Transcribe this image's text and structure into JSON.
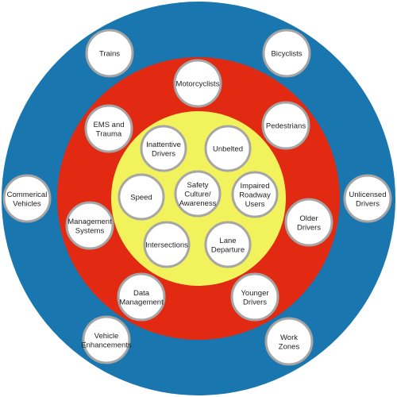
{
  "colors": {
    "outer_ring": "#1a76ae",
    "middle_ring": "#e12a11",
    "inner_core": "#f2f25c",
    "bubble_fill": "#ffffff",
    "bubble_stroke": "#a6a6a6"
  },
  "outer_ring": {
    "items": [
      {
        "id": "trains",
        "lines": [
          "Trains"
        ]
      },
      {
        "id": "bicyclists",
        "lines": [
          "Bicyclists"
        ]
      },
      {
        "id": "commercial-vehicles",
        "lines": [
          "Commerical",
          "Vehicles"
        ]
      },
      {
        "id": "unlicensed-drivers",
        "lines": [
          "Unlicensed",
          "Drivers"
        ]
      },
      {
        "id": "vehicle-enhancements",
        "lines": [
          "Vehicle",
          "Enhancements"
        ]
      },
      {
        "id": "work-zones",
        "lines": [
          "Work",
          "Zones"
        ]
      }
    ]
  },
  "middle_ring": {
    "items": [
      {
        "id": "motorcyclists",
        "lines": [
          "Motorcyclists"
        ]
      },
      {
        "id": "ems-and-trauma",
        "lines": [
          "EMS and",
          "Trauma"
        ]
      },
      {
        "id": "pedestrians",
        "lines": [
          "Pedestrians"
        ]
      },
      {
        "id": "management-systems",
        "lines": [
          "Management",
          "Systems"
        ]
      },
      {
        "id": "older-drivers",
        "lines": [
          "Older",
          "Drivers"
        ]
      },
      {
        "id": "data-management",
        "lines": [
          "Data",
          "Management"
        ]
      },
      {
        "id": "younger-drivers",
        "lines": [
          "Younger",
          "Drivers"
        ]
      }
    ]
  },
  "inner_core": {
    "items": [
      {
        "id": "inattentive-drivers",
        "lines": [
          "Inattentive",
          "Drivers"
        ]
      },
      {
        "id": "unbelted",
        "lines": [
          "Unbelted"
        ]
      },
      {
        "id": "speed",
        "lines": [
          "Speed"
        ]
      },
      {
        "id": "safety-culture-awareness",
        "lines": [
          "Safety",
          "Culture/",
          "Awareness"
        ]
      },
      {
        "id": "impaired-roadway-users",
        "lines": [
          "Impaired",
          "Roadway",
          "Users"
        ]
      },
      {
        "id": "intersections",
        "lines": [
          "Intersections"
        ]
      },
      {
        "id": "lane-departure",
        "lines": [
          "Lane",
          "Departure"
        ]
      }
    ]
  }
}
